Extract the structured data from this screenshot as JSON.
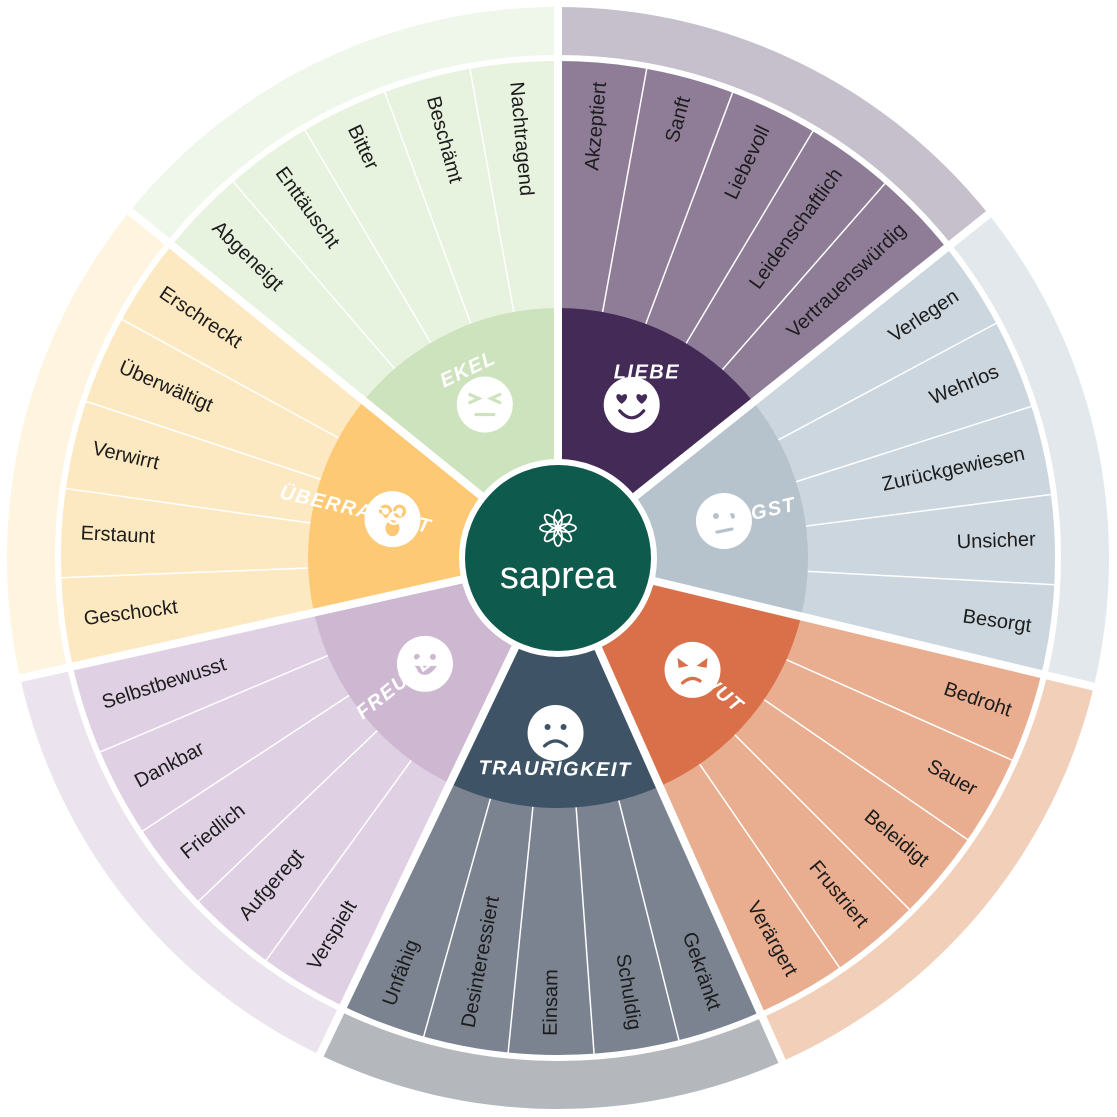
{
  "brand": {
    "name": "saprea",
    "color": "#0e5a4c",
    "logo_icon": "flower-logo-icon"
  },
  "categories": [
    {
      "id": "liebe",
      "label": "LIEBE",
      "icon": "heart-eyes-face-icon",
      "inner_color": "#432a57",
      "mid_color": "#8f7d98",
      "outer_color": "#c6c0cc",
      "emotions": [
        "Akzeptiert",
        "Sanft",
        "Liebevoll",
        "Leidenschaftlich",
        "Vertrauenswürdig"
      ]
    },
    {
      "id": "angst",
      "label": "ANGST",
      "icon": "worried-face-icon",
      "inner_color": "#b6c3cc",
      "mid_color": "#cbd6de",
      "outer_color": "#e2e8ec",
      "emotions": [
        "Verlegen",
        "Wehrlos",
        "Zurückgewiesen",
        "Unsicher",
        "Besorgt"
      ]
    },
    {
      "id": "wut",
      "label": "WUT",
      "icon": "angry-face-icon",
      "inner_color": "#d9704a",
      "mid_color": "#e9ad8f",
      "outer_color": "#f2cfb9",
      "emotions": [
        "Bedroht",
        "Sauer",
        "Beleidigt",
        "Frustriert",
        "Verärgert"
      ]
    },
    {
      "id": "traurigkeit",
      "label": "TRAURIGKEIT",
      "icon": "sad-face-icon",
      "inner_color": "#3e5365",
      "mid_color": "#7b8391",
      "outer_color": "#b4b8bd",
      "emotions": [
        "Gekränkt",
        "Schuldig",
        "Einsam",
        "Desinteressiert",
        "Unfähig"
      ]
    },
    {
      "id": "freude",
      "label": "FREUDE",
      "icon": "happy-face-icon",
      "inner_color": "#cdb7d1",
      "mid_color": "#dfd0e3",
      "outer_color": "#ebe4ee",
      "emotions": [
        "Verspielt",
        "Aufgeregt",
        "Friedlich",
        "Dankbar",
        "Selbstbewusst"
      ]
    },
    {
      "id": "ueberrascht",
      "label": "ÜBERRASCHT",
      "icon": "surprised-face-icon",
      "inner_color": "#fdc975",
      "mid_color": "#fde9c1",
      "outer_color": "#fef4e0",
      "emotions": [
        "Geschockt",
        "Erstaunt",
        "Verwirrt",
        "Überwältigt",
        "Erschreckt"
      ]
    },
    {
      "id": "ekel",
      "label": "EKEL",
      "icon": "disgusted-face-icon",
      "inner_color": "#cde3bd",
      "mid_color": "#e7f2df",
      "outer_color": "#eff6ea",
      "emotions": [
        "Abgeneigt",
        "Enttäuscht",
        "Bitter",
        "Beschämt",
        "Nachtragend"
      ]
    }
  ]
}
